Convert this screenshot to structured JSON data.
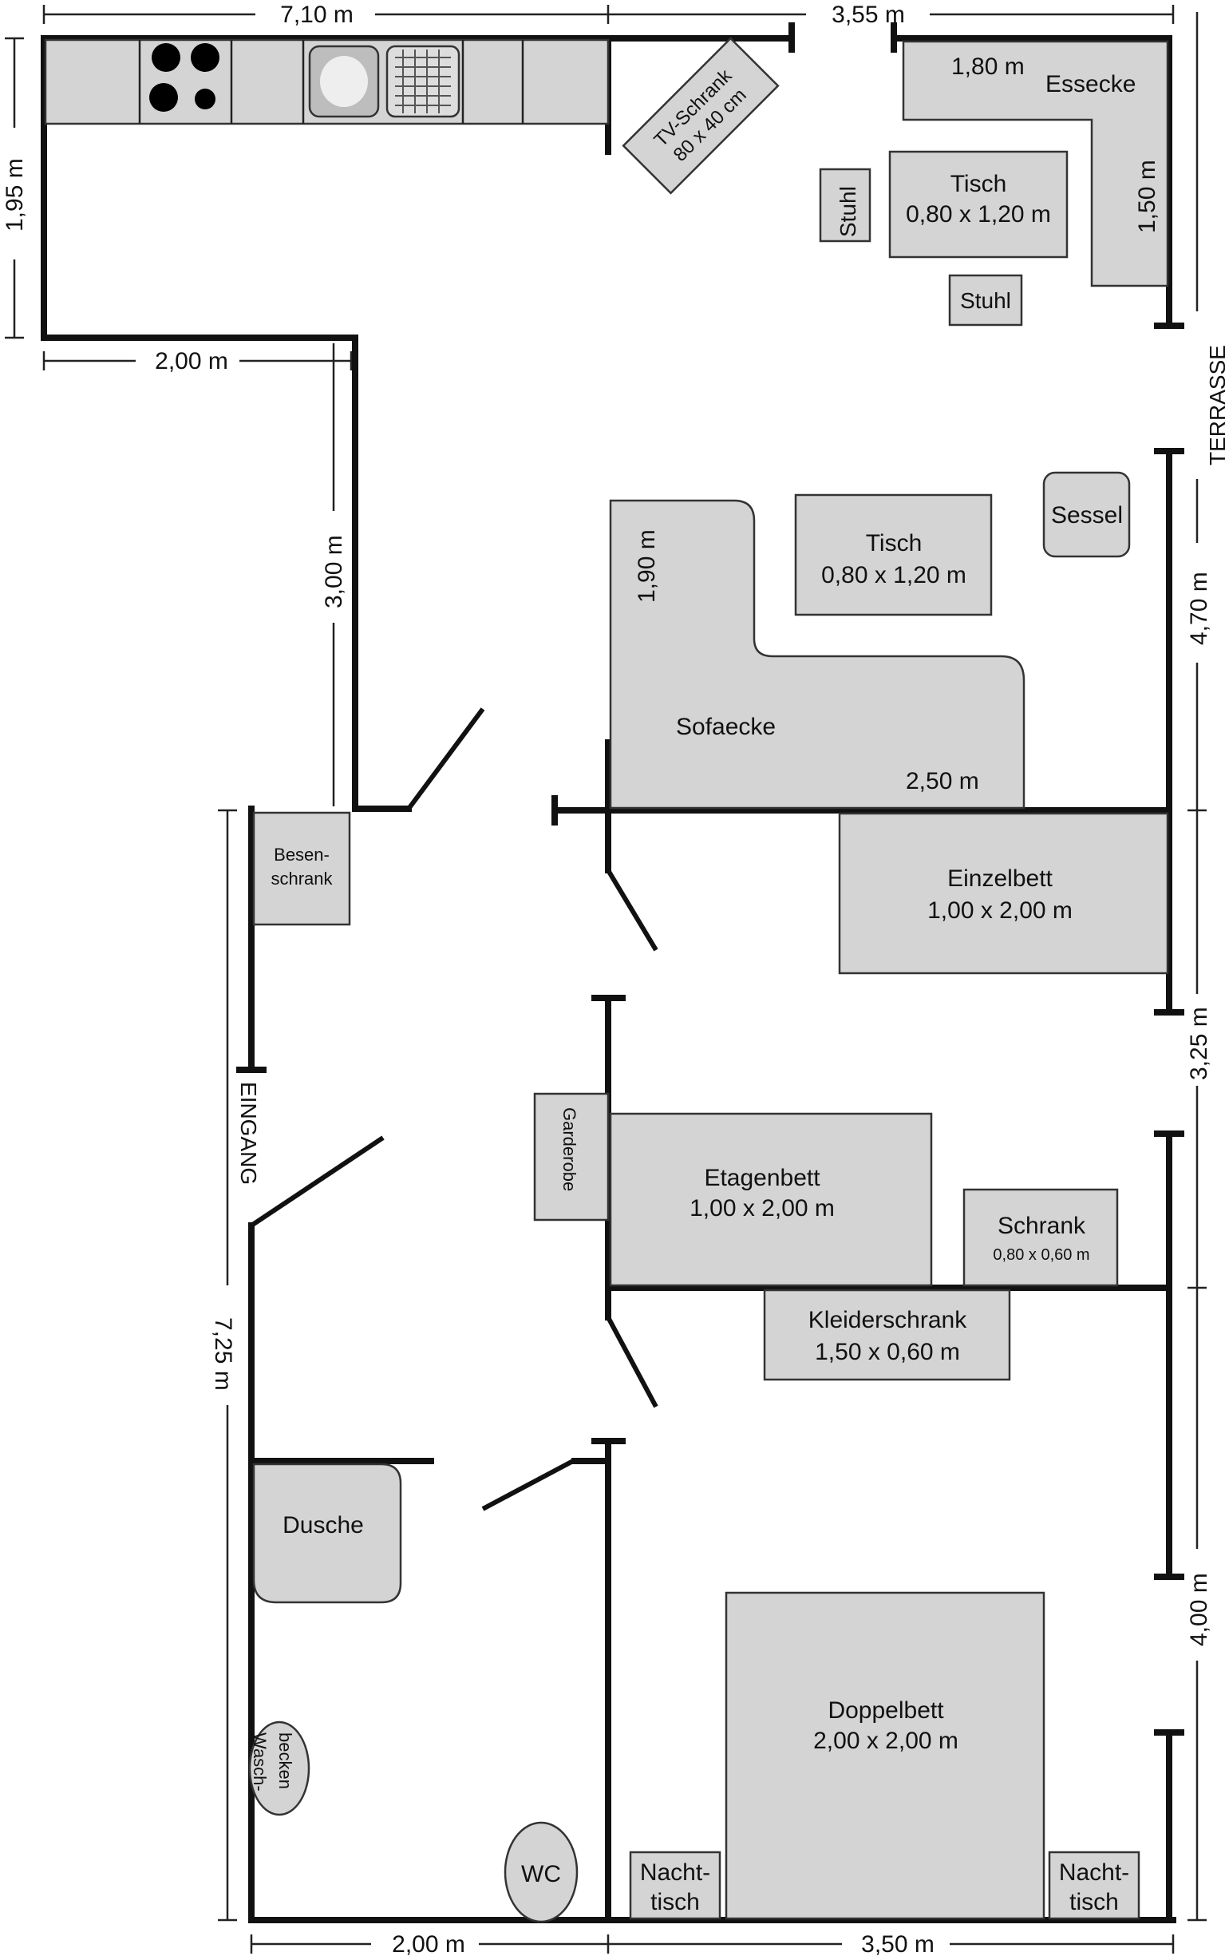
{
  "dimensions": {
    "top_left": "7,10 m",
    "top_right": "3,55 m",
    "kitchen_height": "1,95 m",
    "kitchen_return": "2,00 m",
    "corridor": "3,00 m",
    "right_upper": "4,70 m",
    "right_middle": "3,25 m",
    "right_lower": "4,00 m",
    "left_lower": "7,25 m",
    "bottom_left": "2,00 m",
    "bottom_right": "3,50 m",
    "essecke_width": "1,80 m",
    "essecke_height": "1,50 m",
    "sofa_height": "1,90 m",
    "sofa_width": "2,50 m"
  },
  "labels": {
    "terrasse": "TERRASSE",
    "eingang": "EINGANG",
    "tv_line1": "TV-Schrank",
    "tv_line2": "80 x 40 cm",
    "essecke": "Essecke",
    "tisch1_line1": "Tisch",
    "tisch1_line2": "0,80 x 1,20 m",
    "stuhl_left": "Stuhl",
    "stuhl_bottom": "Stuhl",
    "sessel": "Sessel",
    "tisch2_line1": "Tisch",
    "tisch2_line2": "0,80 x 1,20 m",
    "sofaecke": "Sofaecke",
    "besen_line1": "Besen-",
    "besen_line2": "schrank",
    "einzelbett_line1": "Einzelbett",
    "einzelbett_line2": "1,00 x 2,00 m",
    "garderobe": "Garderobe",
    "etagenbett_line1": "Etagenbett",
    "etagenbett_line2": "1,00 x 2,00 m",
    "schrank_line1": "Schrank",
    "schrank_line2": "0,80 x 0,60 m",
    "kleider_line1": "Kleiderschrank",
    "kleider_line2": "1,50 x 0,60 m",
    "dusche": "Dusche",
    "wasch_line1": "Wasch-",
    "wasch_line2": "becken",
    "wc": "WC",
    "doppelbett_line1": "Doppelbett",
    "doppelbett_line2": "2,00 x 2,00 m",
    "nacht_left_line1": "Nacht-",
    "nacht_left_line2": "tisch",
    "nacht_right_line1": "Nacht-",
    "nacht_right_line2": "tisch"
  },
  "colors": {
    "wall": "#111111",
    "furniture": "#d4d4d4"
  }
}
